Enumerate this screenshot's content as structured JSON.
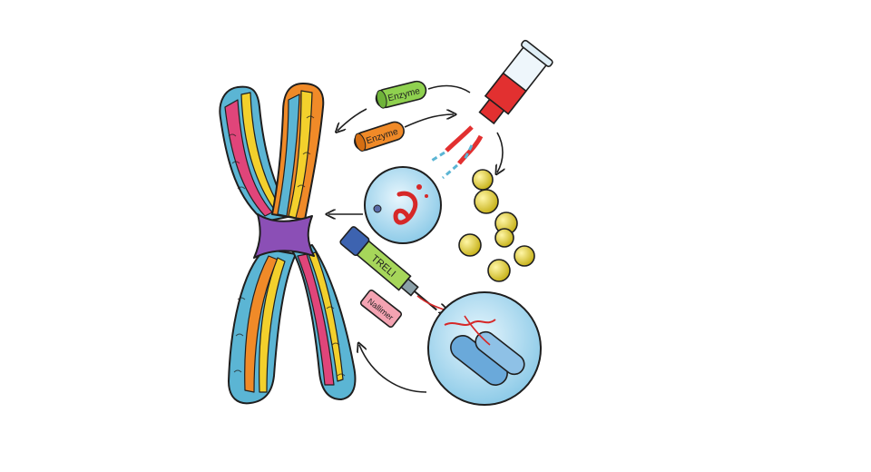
{
  "labels": {
    "enzyme_top": "Enzyme",
    "enzyme_bottom": "Enzyme",
    "syringe": "TRELI",
    "eraser": "Nallimer"
  },
  "colors": {
    "background": "#ffffff",
    "outline": "#1f1f1f",
    "chromosome_pink": "#e0457a",
    "chromosome_orange": "#f08a28",
    "chromosome_yellow": "#f3d02c",
    "chromosome_blue": "#5bb5d4",
    "centromere_purple": "#8b4fb6",
    "enzyme_green": "#8fd14f",
    "enzyme_orange": "#f08a28",
    "vial_red": "#e23030",
    "cell_yellow": "#e6d332",
    "lens_blue": "#9fd3ec",
    "syringe_blue": "#3d63b0",
    "syringe_green": "#a6d65a",
    "eraser_pink": "#f4a3b2",
    "bacteria_blue": "#6aa9da",
    "dna_red": "#d62828"
  },
  "icons": [
    "chromosome-icon",
    "enzyme-capsule-icon",
    "test-tube-icon",
    "magnifier-lens-icon",
    "yellow-cell-icon",
    "syringe-icon",
    "eraser-icon",
    "bacteria-icon",
    "arrow-icon"
  ]
}
